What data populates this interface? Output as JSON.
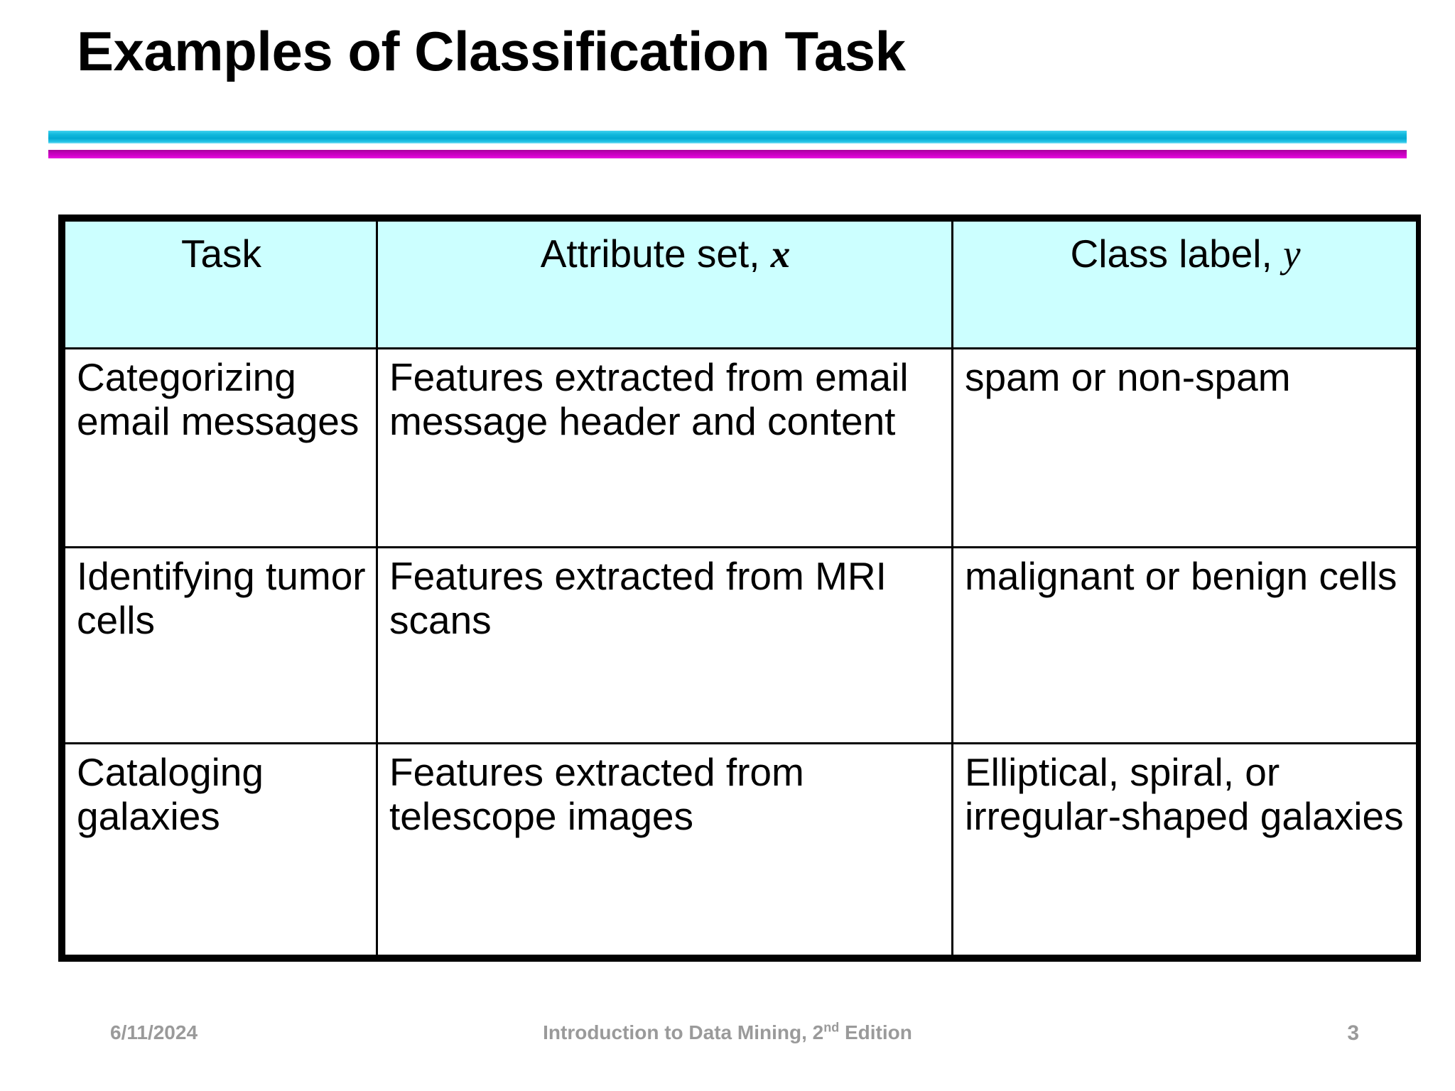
{
  "slide": {
    "title": "Examples of Classification Task",
    "accent_cyan": "#03a9d2",
    "accent_magenta": "#c000b8",
    "header_fill": "#ccffff",
    "border_color": "#000000",
    "footer_color": "#9a9a9a"
  },
  "table": {
    "headers": {
      "task": "Task",
      "attribute_set_prefix": "Attribute set,",
      "attribute_set_var": "x",
      "class_label_prefix": "Class label,",
      "class_label_var": "y"
    },
    "rows": [
      {
        "task": "Categorizing email messages",
        "attribute_set": "Features extracted from email message header and content",
        "class_label": "spam or non-spam"
      },
      {
        "task": "Identifying tumor cells",
        "attribute_set": "Features extracted from MRI scans",
        "class_label": "malignant or benign cells"
      },
      {
        "task": "Cataloging galaxies",
        "attribute_set": "Features extracted from telescope images",
        "class_label": "Elliptical, spiral, or irregular-shaped galaxies"
      }
    ]
  },
  "footer": {
    "date": "6/11/2024",
    "center_before": "Introduction to Data Mining, 2",
    "center_sup": "nd",
    "center_after": " Edition",
    "page_number": "3"
  }
}
